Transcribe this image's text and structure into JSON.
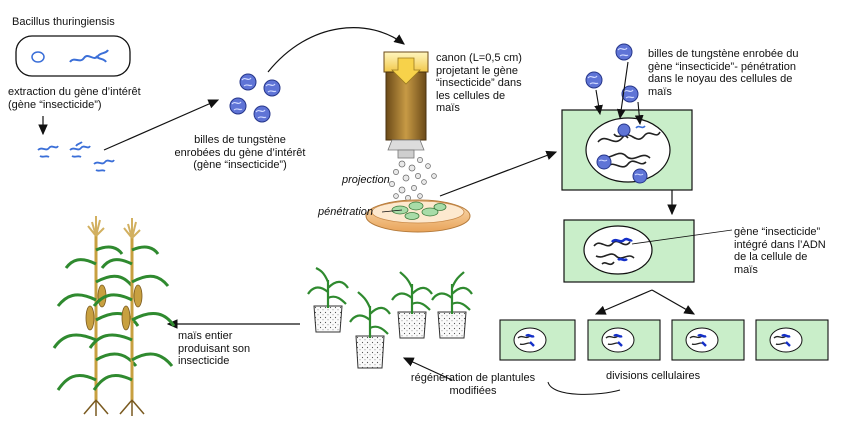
{
  "labels": {
    "bacteria": "Bacillus thuringiensis",
    "extraction": "extraction du gène d’intérêt\n(gène “insecticide”)",
    "beads": "billes de tungstène\nenrobées du gène d’intérêt\n(gène “insecticide”)",
    "canon": "canon (L=0,5 cm)\nprojetant  le gène\n“insecticide” dans\nles cellules de\nmaïs",
    "projection": "projection",
    "penetration": "pénétration",
    "nucleus_entry": "billes de tungstène  enrobée du\ngène “insecticide”- pénétration\ndans le noyau des cellules de\nmaïs",
    "integrated": "gène “insecticide”\nintégré dans l’ADN\nde la cellule de\nmaïs",
    "divisions": "divisions cellulaires",
    "regeneration": "régénération de plantules\nmodifiées",
    "mature": "maïs  entier\nproduisant son\ninsecticide"
  },
  "colors": {
    "cell_fill": "#c9eec9",
    "dna": "#3b6fd8",
    "dna_integrated": "#1530c8",
    "bead": "#4a5ec8",
    "canon_top": "#f0d060",
    "canon_body": "#8a6a2a",
    "dish": "#f7c98c",
    "plant": "#2f8a2f",
    "stalk": "#c8a040"
  }
}
